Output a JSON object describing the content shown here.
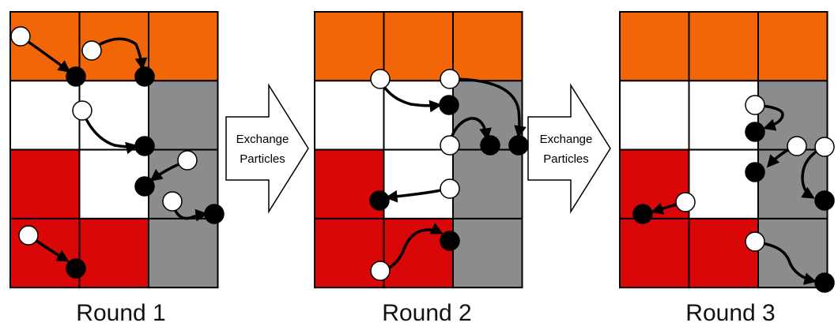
{
  "rounds": [
    {
      "label": "Round 1",
      "grid": [
        [
          "orange",
          "orange",
          "orange"
        ],
        [
          "white",
          "white",
          "gray"
        ],
        [
          "red",
          "white",
          "gray"
        ],
        [
          "red",
          "red",
          "gray"
        ]
      ]
    },
    {
      "label": "Round 2",
      "grid": [
        [
          "orange",
          "orange",
          "orange"
        ],
        [
          "white",
          "white",
          "gray"
        ],
        [
          "red",
          "white",
          "gray"
        ],
        [
          "red",
          "red",
          "gray"
        ]
      ]
    },
    {
      "label": "Round 3",
      "grid": [
        [
          "orange",
          "orange",
          "orange"
        ],
        [
          "white",
          "white",
          "gray"
        ],
        [
          "red",
          "white",
          "gray"
        ],
        [
          "red",
          "red",
          "gray"
        ]
      ]
    }
  ],
  "exchange_steps": [
    {
      "line1": "Exchange",
      "line2": "Particles"
    },
    {
      "line1": "Exchange",
      "line2": "Particles"
    }
  ],
  "colors": {
    "orange": "#f26608",
    "red": "#d90707",
    "gray": "#8a8c8e",
    "white": "#ffffff",
    "grid_line": "#000000",
    "particle_start": "#ffffff",
    "particle_end": "#000000"
  }
}
